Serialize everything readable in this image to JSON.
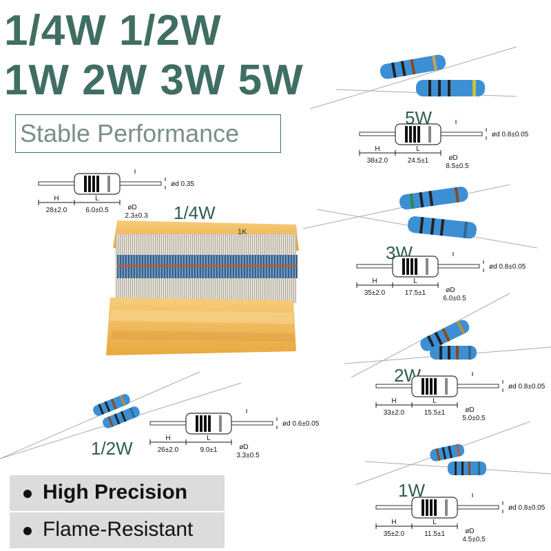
{
  "header": {
    "line1": "1/4W 1/2W",
    "line2": "1W 2W 3W 5W"
  },
  "tagline": "Stable Performance",
  "features": [
    {
      "label": "High Precision"
    },
    {
      "label": "Flame-Resistant"
    }
  ],
  "pack": {
    "tag": "1K"
  },
  "variants": [
    {
      "power": "1/4W",
      "H": "28±2.0",
      "L": "6.0±0.5",
      "D": "2.3±0.3",
      "d": "ød 0.35",
      "Hl": "H",
      "Ll": "L",
      "Dl": "øD"
    },
    {
      "power": "1/2W",
      "H": "26±2.0",
      "L": "9.0±1",
      "D": "3.3±0.5",
      "d": "ød 0.6±0.05",
      "Hl": "H",
      "Ll": "L",
      "Dl": "øD"
    },
    {
      "power": "1W",
      "H": "35±2.0",
      "L": "11.5±1",
      "D": "4.5±0.5",
      "d": "ød 0.8±0.05",
      "Hl": "H",
      "Ll": "L",
      "Dl": "øD"
    },
    {
      "power": "2W",
      "H": "33±2.0",
      "L": "15.5±1",
      "D": "5.0±0.5",
      "d": "ød 0.8±0.05",
      "Hl": "H",
      "Ll": "L",
      "Dl": "øD"
    },
    {
      "power": "3W",
      "H": "35±2.0",
      "L": "17.5±1",
      "D": "6.0±0.5",
      "d": "ød 0.8±0.05",
      "Hl": "H",
      "Ll": "L",
      "Dl": "øD"
    },
    {
      "power": "5W",
      "H": "38±2.0",
      "L": "24.5±1",
      "D": "8.5±0.5",
      "d": "ød 0.8±0.05",
      "Hl": "H",
      "Ll": "L",
      "Dl": "øD"
    }
  ],
  "colors": {
    "title": "#3f6e62",
    "resistorBody": "#3d8fd4",
    "packPaper": "#f2b85a"
  }
}
